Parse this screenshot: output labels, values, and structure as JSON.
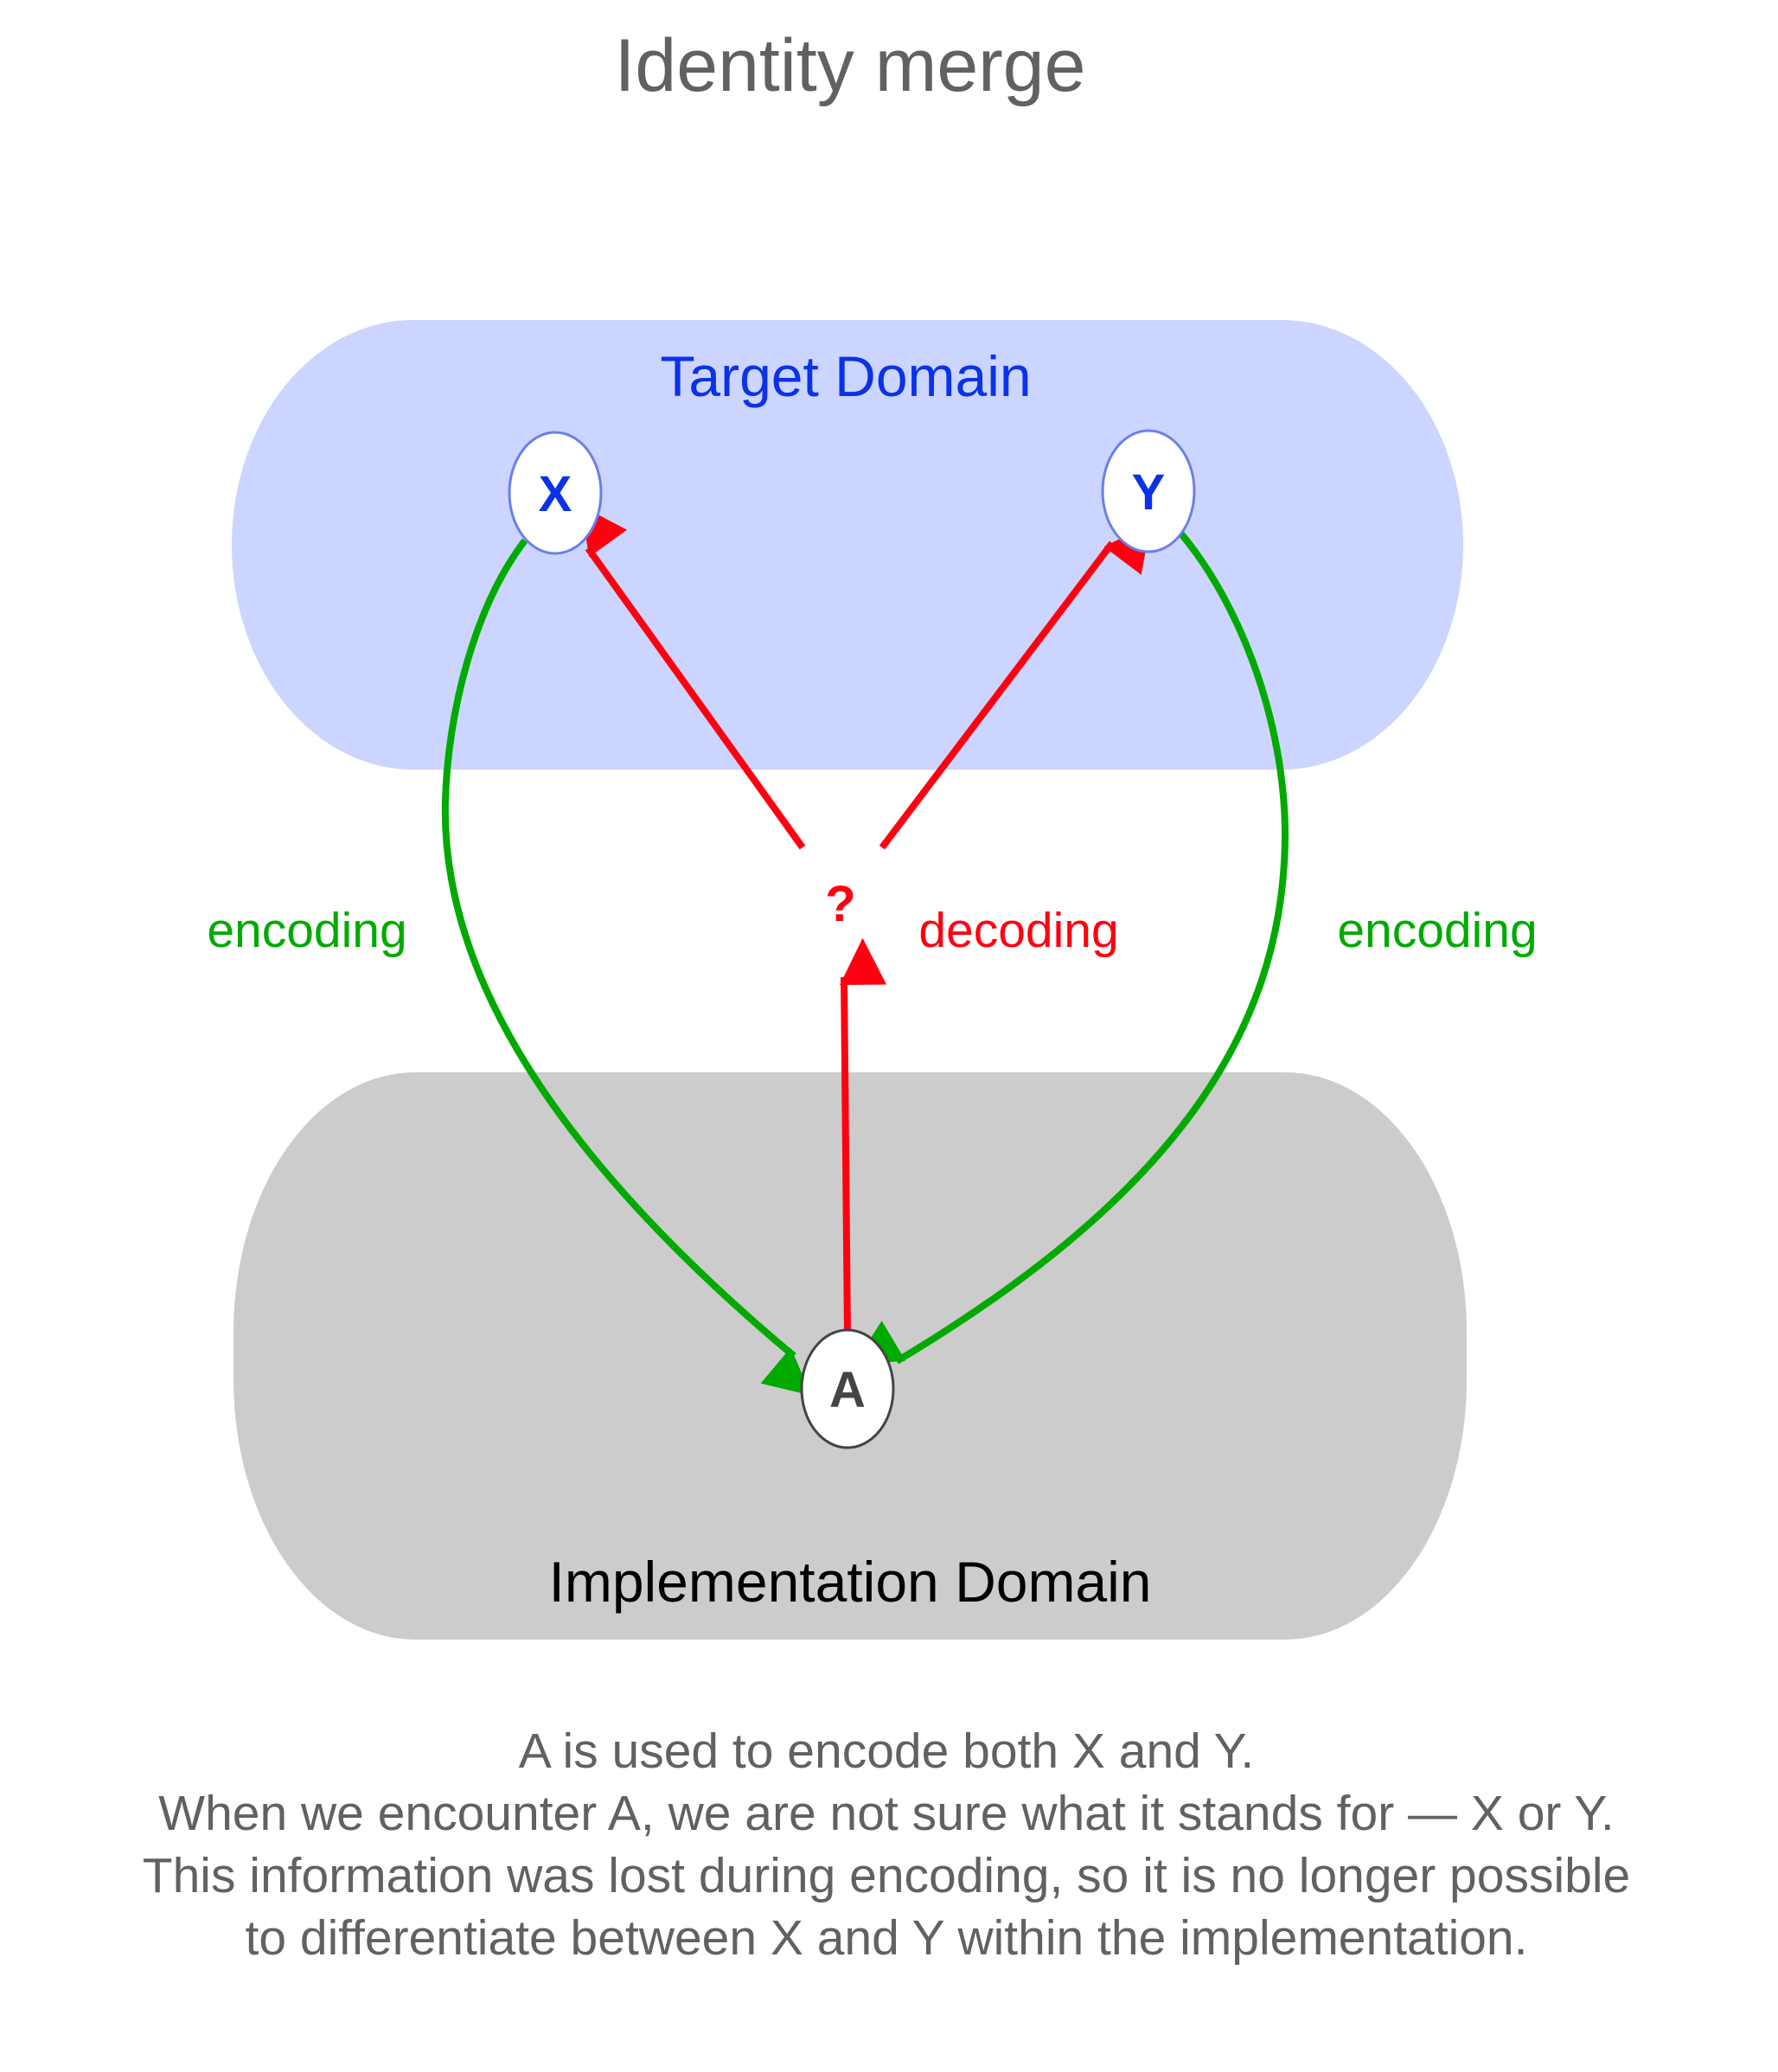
{
  "title": "Identity merge",
  "clusters": {
    "target": {
      "label": "Target Domain",
      "fill": "#ccd5ff",
      "text_color": "#0b32e8"
    },
    "implementation": {
      "label": "Implementation Domain",
      "fill": "#cccccc",
      "text_color": "#000000"
    }
  },
  "nodes": {
    "x": {
      "label": "X",
      "stroke": "#6b7fe8",
      "text_color": "#0b32e8"
    },
    "y": {
      "label": "Y",
      "stroke": "#6b7fe8",
      "text_color": "#0b32e8"
    },
    "a": {
      "label": "A",
      "stroke": "#444444",
      "text_color": "#444444"
    },
    "q": {
      "label": "?",
      "text_color": "#ff0011"
    }
  },
  "edges": {
    "encoding_left": {
      "label": "encoding",
      "color": "#00aa00"
    },
    "encoding_right": {
      "label": "encoding",
      "color": "#00aa00"
    },
    "decoding": {
      "label": "decoding",
      "color": "#ff0011"
    }
  },
  "caption": [
    "A is used to encode both X and Y.",
    "When we encounter A, we are not sure what it stands for — X or Y.",
    "This information was lost during encoding, so it is no longer possible",
    "to differentiate between X and Y within the implementation."
  ]
}
